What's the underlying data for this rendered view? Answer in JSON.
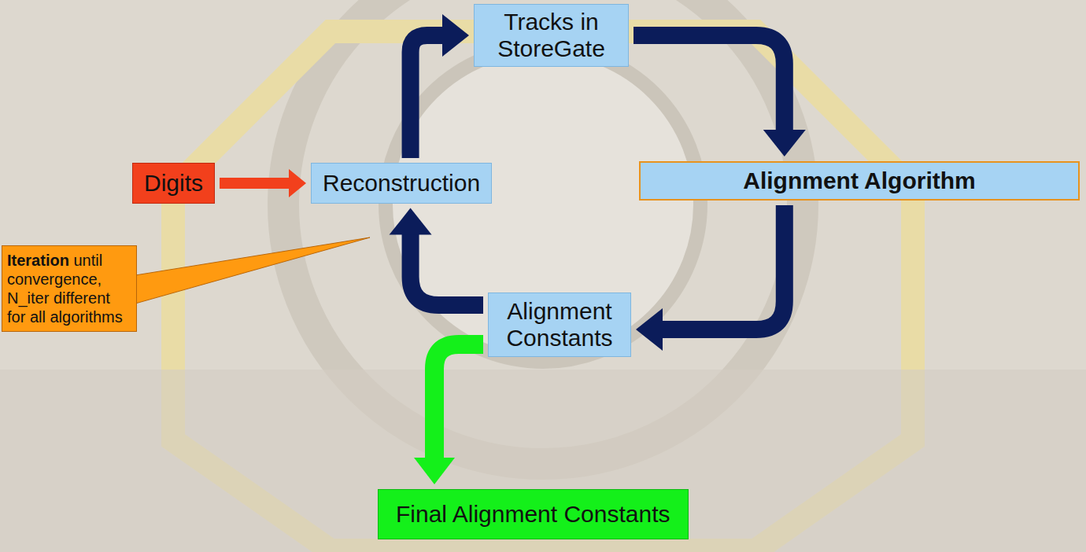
{
  "diagram": {
    "nodes": [
      {
        "text": [
          "Tracks in StoreGate"
        ]
      },
      {
        "text": [
          "Digits"
        ]
      },
      {
        "text": [
          "Reconstruction"
        ]
      },
      {
        "text": [
          "Alignment Algorithm"
        ]
      },
      {
        "text": [
          "Iteration",
          "until convergence, N_iter different for all algorithms"
        ]
      },
      {
        "text": [
          "Alignment Constants"
        ]
      },
      {
        "text": [
          "Final Alignment Constants"
        ]
      }
    ],
    "edges": [
      {
        "from": 1,
        "to": 2,
        "arrow": "to"
      },
      {
        "from": 2,
        "to": 0,
        "arrow": "to"
      },
      {
        "from": 0,
        "to": 3,
        "arrow": "to"
      },
      {
        "from": 3,
        "to": 5,
        "arrow": "to"
      },
      {
        "from": 5,
        "to": 2,
        "arrow": "to"
      },
      {
        "from": 5,
        "to": 6,
        "arrow": "to"
      }
    ]
  }
}
